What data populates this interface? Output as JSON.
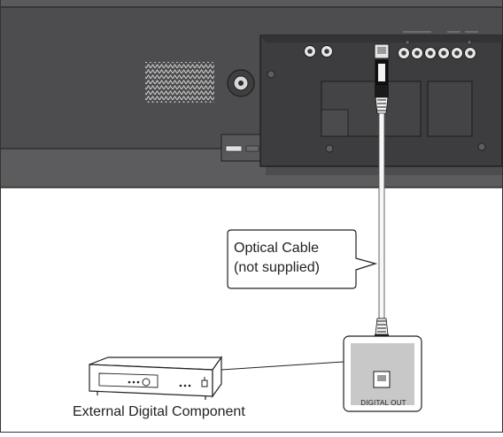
{
  "callout": {
    "line1": "Optical Cable",
    "line2": "(not supplied)"
  },
  "device": {
    "label": "External Digital Component"
  },
  "port": {
    "label": "DIGITAL OUT"
  },
  "colors": {
    "panel": "#4d4d4f",
    "panel_dark": "#3a3a3c",
    "outline": "#1a1a1a",
    "port_bg": "#c8c8c8",
    "background": "#ffffff"
  }
}
